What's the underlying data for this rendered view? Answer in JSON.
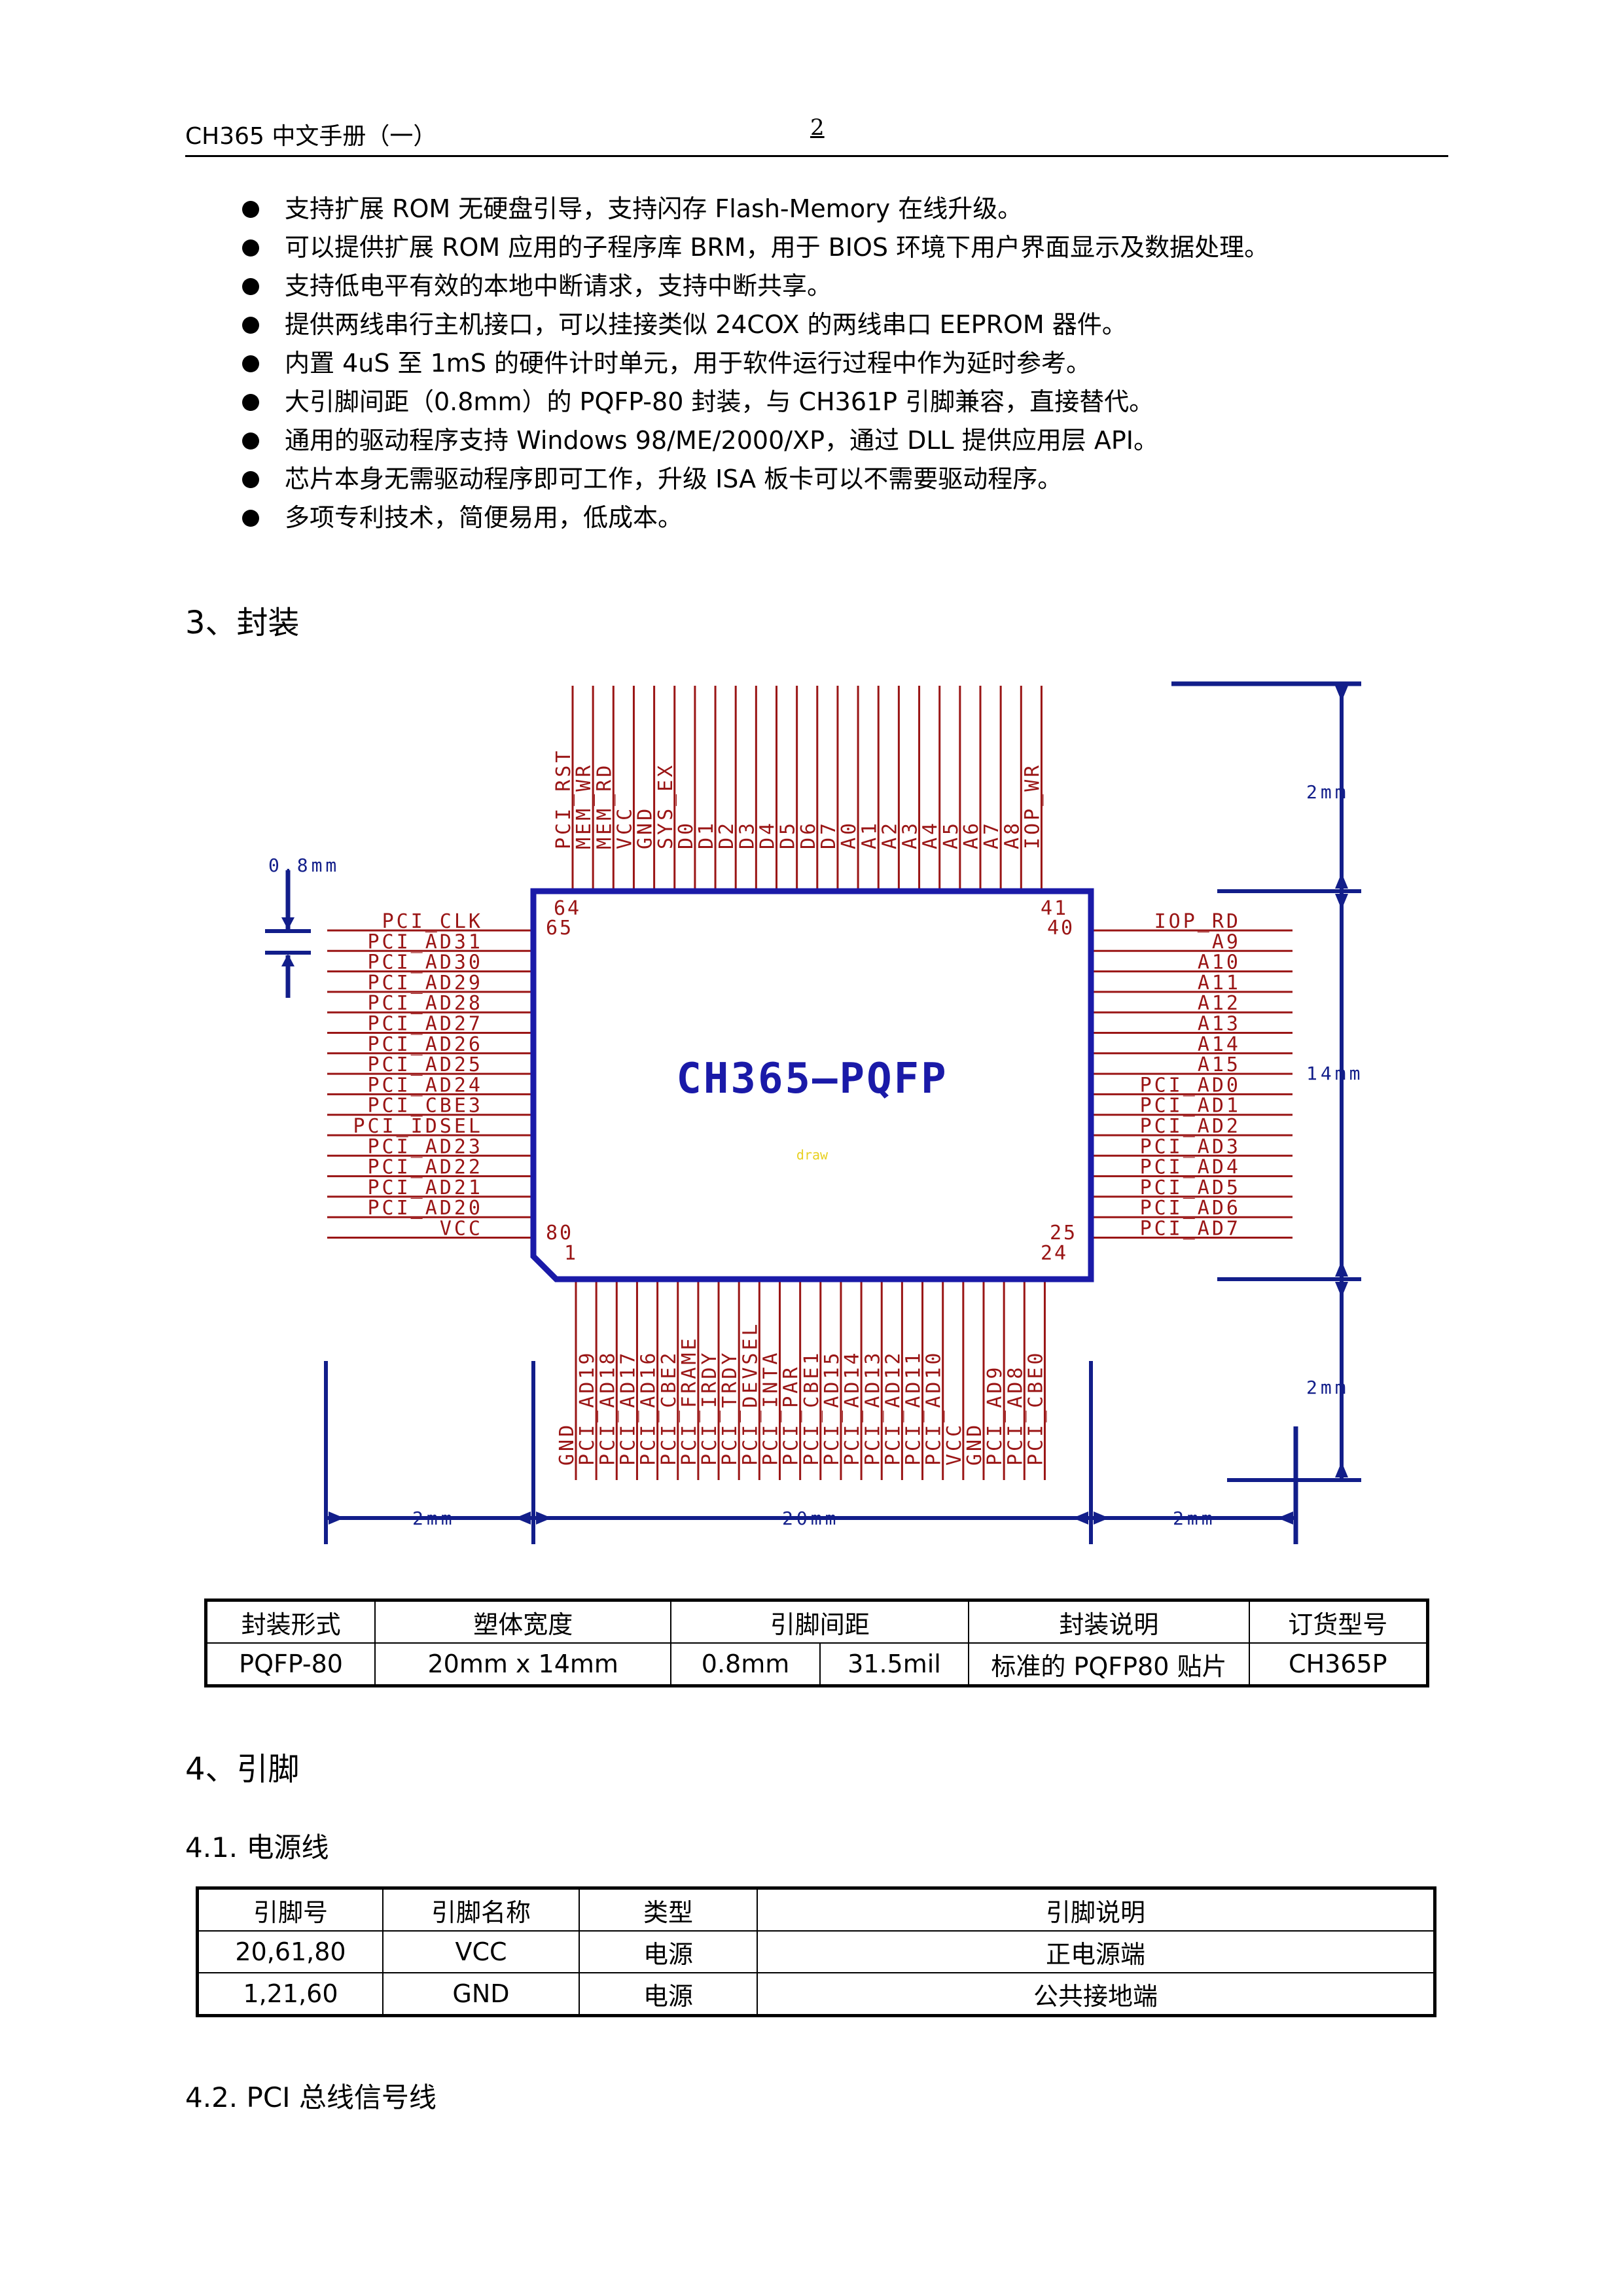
{
  "header": {
    "title": "CH365 中文手册（一）",
    "page": "2"
  },
  "bullets": [
    "支持扩展 ROM 无硬盘引导，支持闪存 Flash-Memory 在线升级。",
    "可以提供扩展 ROM 应用的子程序库 BRM，用于 BIOS 环境下用户界面显示及数据处理。",
    "支持低电平有效的本地中断请求，支持中断共享。",
    "提供两线串行主机接口，可以挂接类似 24COX 的两线串口 EEPROM 器件。",
    "内置 4uS 至 1mS 的硬件计时单元，用于软件运行过程中作为延时参考。",
    "大引脚间距（0.8mm）的 PQFP-80 封装，与 CH361P 引脚兼容，直接替代。",
    "通用的驱动程序支持 Windows 98/ME/2000/XP，通过 DLL 提供应用层 API。",
    "芯片本身无需驱动程序即可工作，升级 ISA 板卡可以不需要驱动程序。",
    "多项专利技术，简便易用，低成本。"
  ],
  "section3": "3、封装",
  "diagram": {
    "chip_name": "CH365—PQFP",
    "chip_watermark": "draw",
    "corner_pins": {
      "tl_top": "64",
      "tl_left": "65",
      "tr_top": "41",
      "tr_right": "40",
      "bl_left": "80",
      "bl_bottom": "1",
      "br_right": "25",
      "br_bottom": "24"
    },
    "top_pins": [
      "PCI_RST",
      "MEM_WR",
      "MEM_RD",
      "VCC",
      "GND",
      "SYS_EX",
      "D0",
      "D1",
      "D2",
      "D3",
      "D4",
      "D5",
      "D6",
      "D7",
      "A0",
      "A1",
      "A2",
      "A3",
      "A4",
      "A5",
      "A6",
      "A7",
      "A8",
      "IOP_WR"
    ],
    "left_pins": [
      "PCI_CLK",
      "PCI_AD31",
      "PCI_AD30",
      "PCI_AD29",
      "PCI_AD28",
      "PCI_AD27",
      "PCI_AD26",
      "PCI_AD25",
      "PCI_AD24",
      "PCI_CBE3",
      "PCI_IDSEL",
      "PCI_AD23",
      "PCI_AD22",
      "PCI_AD21",
      "PCI_AD20",
      "VCC"
    ],
    "right_pins": [
      "IOP_RD",
      "A9",
      "A10",
      "A11",
      "A12",
      "A13",
      "A14",
      "A15",
      "PCI_AD0",
      "PCI_AD1",
      "PCI_AD2",
      "PCI_AD3",
      "PCI_AD4",
      "PCI_AD5",
      "PCI_AD6",
      "PCI_AD7"
    ],
    "bottom_pins": [
      "GND",
      "PCI_AD19",
      "PCI_AD18",
      "PCI_AD17",
      "PCI_AD16",
      "PCI_CBE2",
      "PCI_FRAME",
      "PCI_IRDY",
      "PCI_TRDY",
      "PCI_DEVSEL",
      "PCI_INTA",
      "PCI_PAR",
      "PCI_CBE1",
      "PCI_AD15",
      "PCI_AD14",
      "PCI_AD13",
      "PCI_AD12",
      "PCI_AD11",
      "PCI_AD10",
      "VCC",
      "GND",
      "PCI_AD9",
      "PCI_AD8",
      "PCI_CBE0"
    ],
    "dims": {
      "pitch": "0.8mm",
      "top_lead": "2mm",
      "height": "14mm",
      "bottom_lead": "2mm",
      "left_lead": "2mm",
      "width": "20mm",
      "right_lead": "2mm"
    },
    "colors": {
      "body": "#1a1aa8",
      "pins": "#9a1515",
      "dims": "#121e8a",
      "watermark": "#e8d020"
    }
  },
  "package_table": {
    "headers": [
      "封装形式",
      "塑体宽度",
      "引脚间距",
      "封装说明",
      "订货型号"
    ],
    "row": [
      "PQFP-80",
      "20mm x 14mm",
      "0.8mm",
      "31.5mil",
      "标准的 PQFP80 贴片",
      "CH365P"
    ]
  },
  "section4": "4、引脚",
  "sub41": "4.1. 电源线",
  "power_table": {
    "headers": [
      "引脚号",
      "引脚名称",
      "类型",
      "引脚说明"
    ],
    "rows": [
      [
        "20,61,80",
        "VCC",
        "电源",
        "正电源端"
      ],
      [
        "1,21,60",
        "GND",
        "电源",
        "公共接地端"
      ]
    ]
  },
  "sub42": "4.2. PCI 总线信号线"
}
